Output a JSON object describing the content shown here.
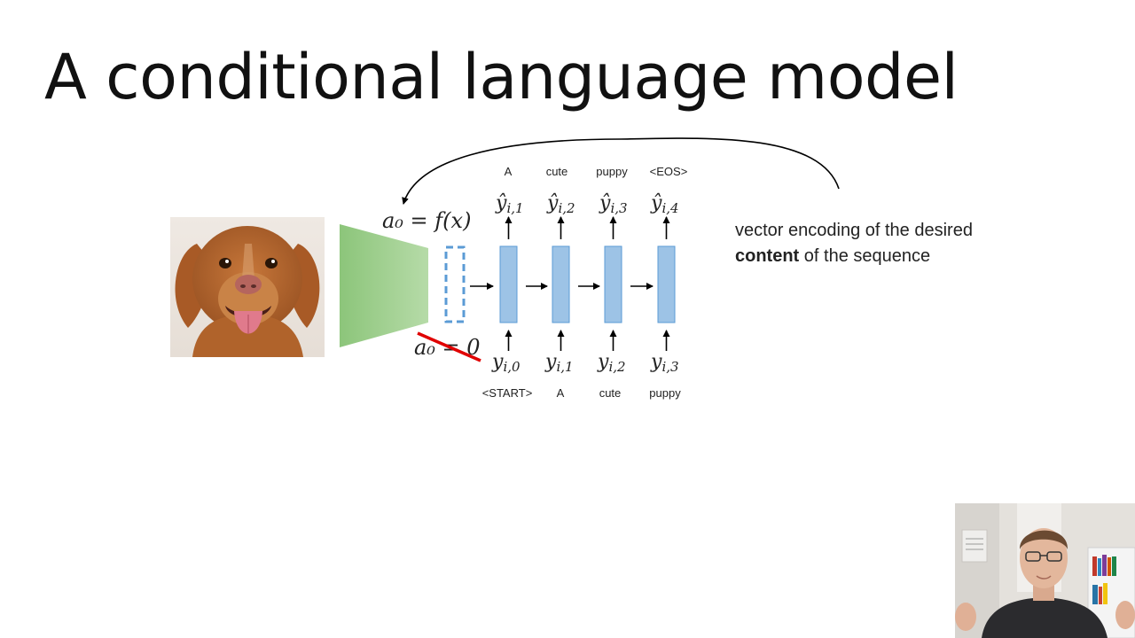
{
  "slide": {
    "title": "A conditional language model"
  },
  "diagram": {
    "top_tokens": [
      "A",
      "cute",
      "puppy",
      "<EOS>"
    ],
    "output_labels": [
      {
        "base": "ŷ",
        "sub": "i,1"
      },
      {
        "base": "ŷ",
        "sub": "i,2"
      },
      {
        "base": "ŷ",
        "sub": "i,3"
      },
      {
        "base": "ŷ",
        "sub": "i,4"
      }
    ],
    "input_labels": [
      {
        "base": "y",
        "sub": "i,0"
      },
      {
        "base": "y",
        "sub": "i,1"
      },
      {
        "base": "y",
        "sub": "i,2"
      },
      {
        "base": "y",
        "sub": "i,3"
      }
    ],
    "bottom_tokens": [
      "<START>",
      "A",
      "cute",
      "puppy"
    ],
    "init_equation": "a₀ = f(x)",
    "crossed_equation": "a₀ = 0",
    "colors": {
      "encoder": "#8cc57a",
      "rnn_cell": "#9dc3e6",
      "rnn_cell_border": "#5b9bd5",
      "strike": "#e00000"
    }
  },
  "callout": {
    "line1": "vector encoding of the desired",
    "bold": "content",
    "line2_rest": " of the sequence"
  }
}
